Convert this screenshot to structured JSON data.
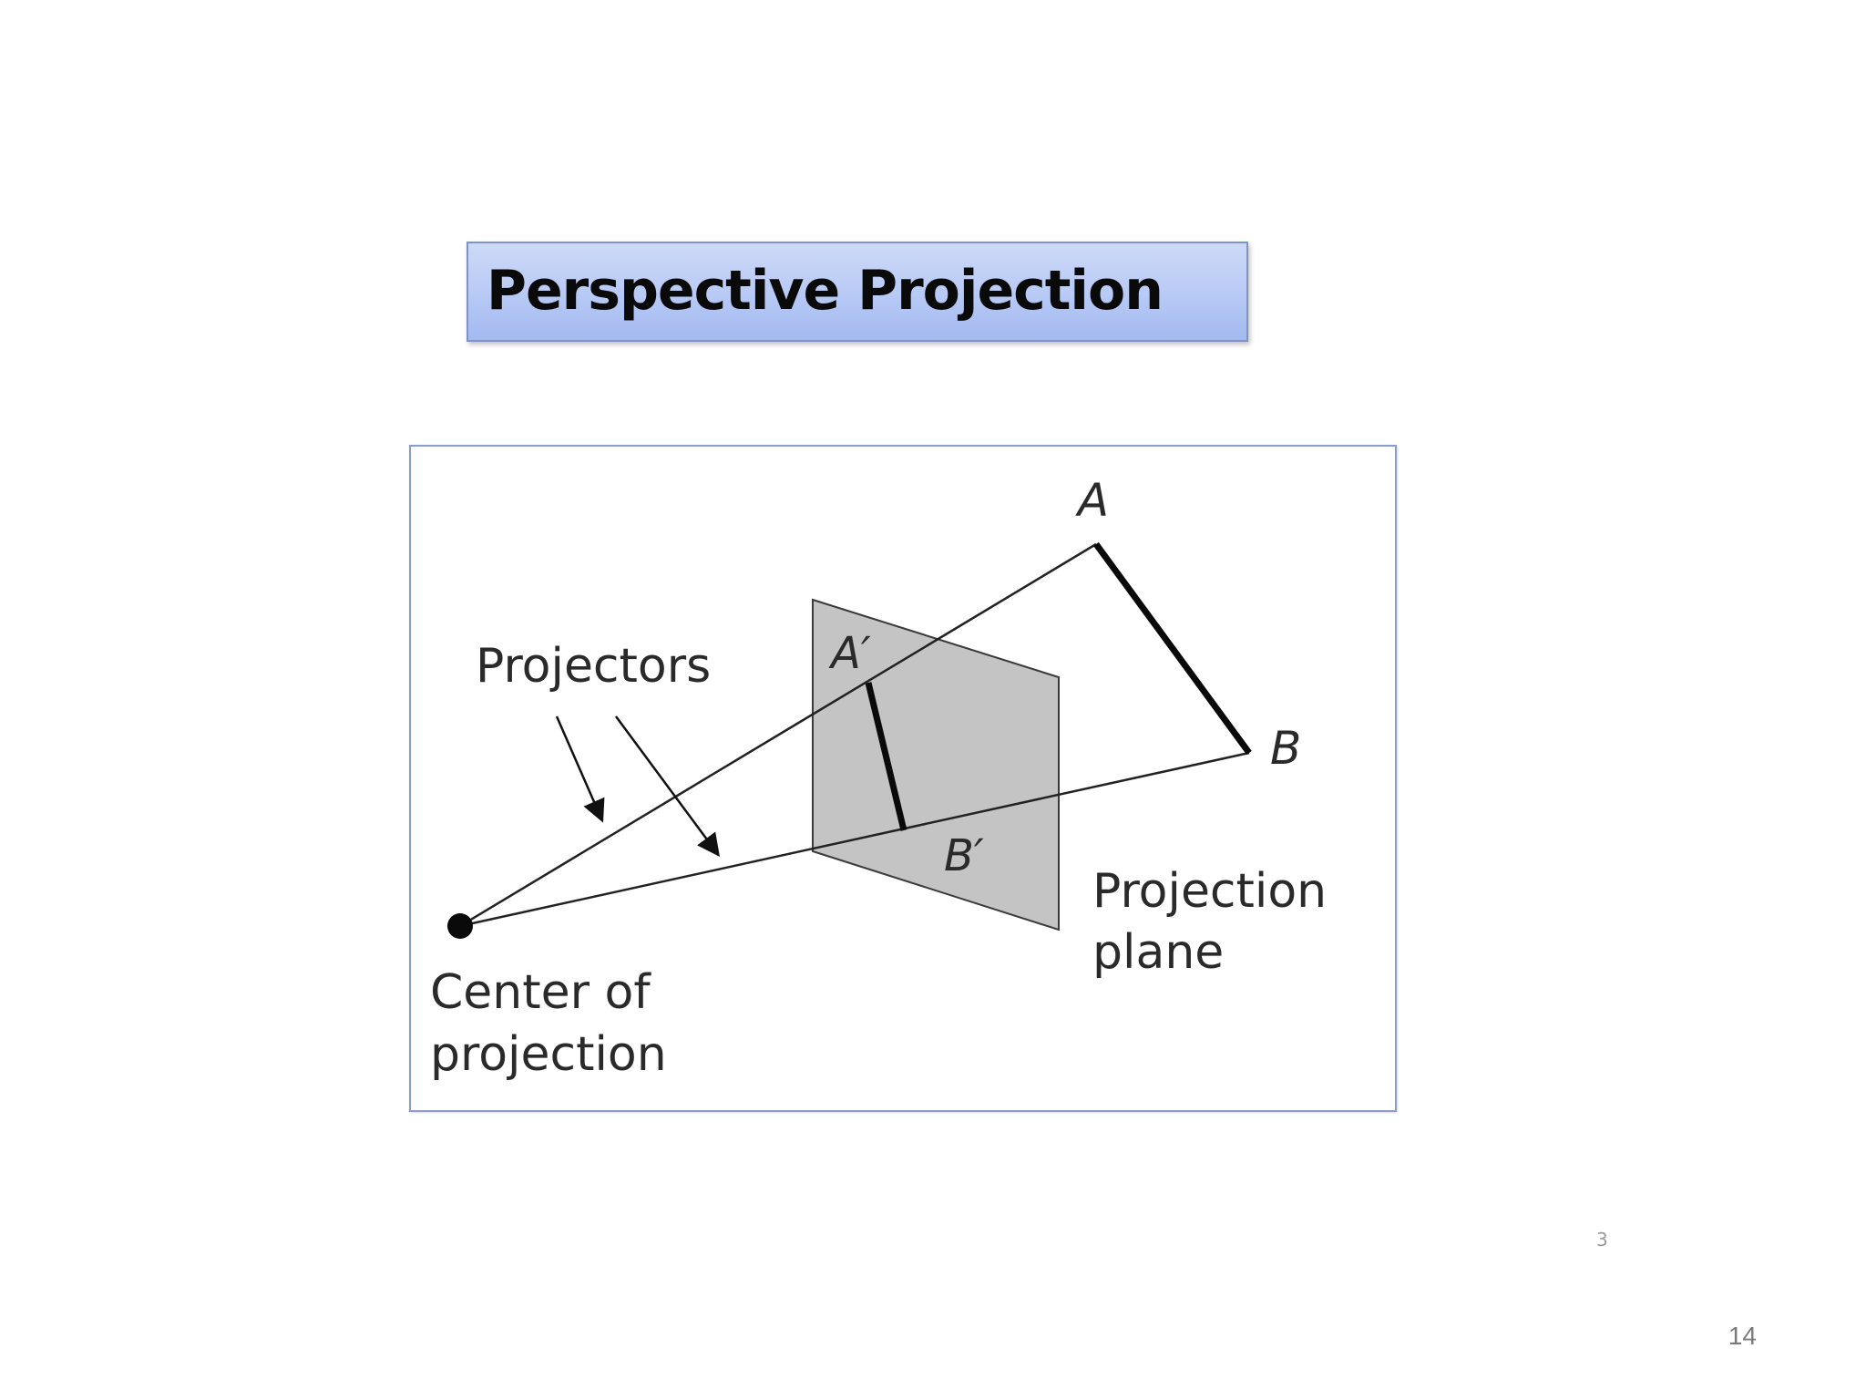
{
  "slide": {
    "title": "Perspective Projection",
    "corner_mark": "3",
    "page_number": "14"
  },
  "diagram": {
    "projectors_label": "Projectors",
    "center_label_line1": "Center of",
    "center_label_line2": "projection",
    "plane_label_line1": "Projection",
    "plane_label_line2": "plane",
    "point_a": "A",
    "point_b": "B",
    "point_a_prime": "A′",
    "point_b_prime": "B′"
  },
  "colors": {
    "title_box_fill": "#b7c9f5",
    "title_box_border": "#7f93c4",
    "frame_border": "#8a9cc8",
    "plane_fill": "#c4c4c4"
  }
}
